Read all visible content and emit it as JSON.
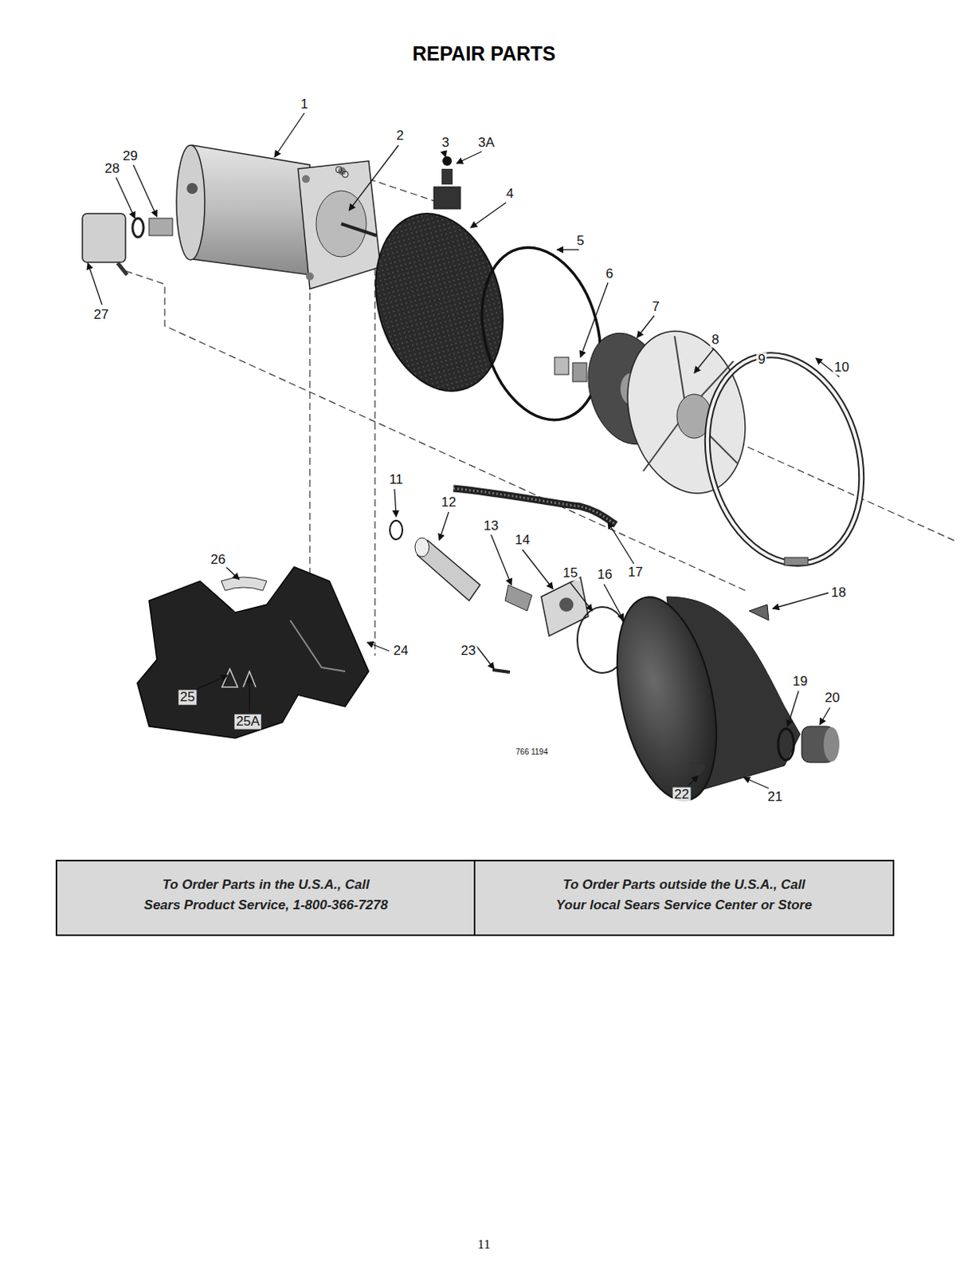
{
  "diagram": {
    "title": "REPAIR PARTS",
    "labels": [
      "1",
      "2",
      "3",
      "3A",
      "4",
      "5",
      "6",
      "7",
      "8",
      "9",
      "10",
      "11",
      "12",
      "13",
      "14",
      "15",
      "16",
      "17",
      "18",
      "19",
      "20",
      "21",
      "22",
      "23",
      "24",
      "25",
      "25A",
      "26",
      "27",
      "28",
      "29",
      "766 1194",
      "To Order Parts in the U.S.A., Call",
      "Sears Product Service, 1-800-366-7278",
      "To Order Parts outside the U.S.A., Call",
      "Your local Sears Service Center or Store",
      "11"
    ]
  }
}
